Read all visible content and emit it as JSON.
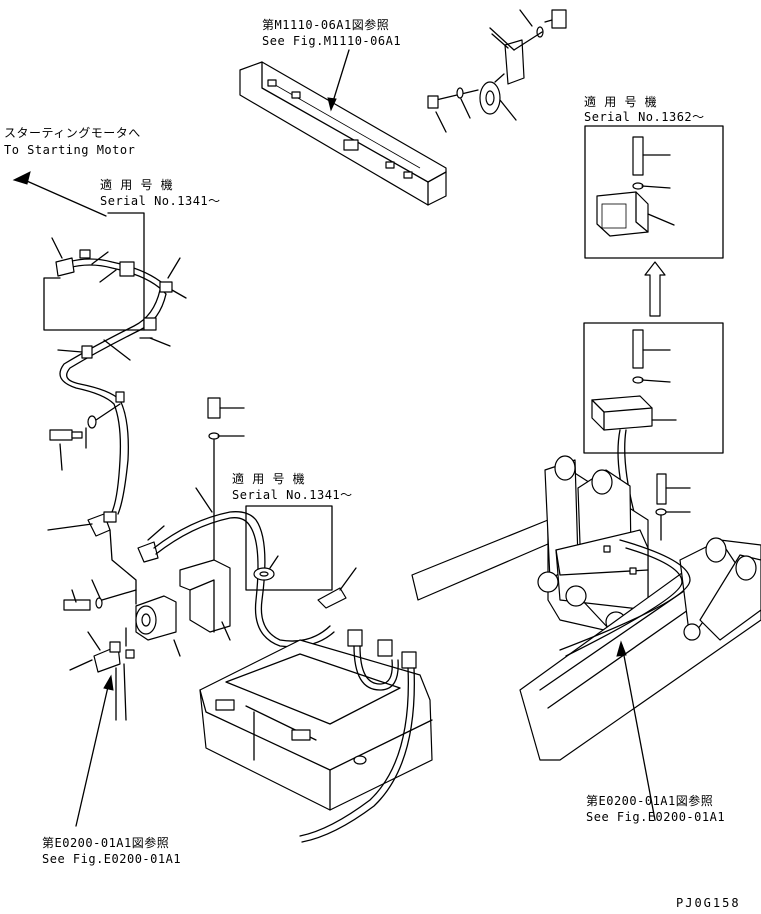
{
  "labels": {
    "frame_ref_jp": "第M1110-06A1図参照",
    "frame_ref_en": "See Fig.M1110-06A1",
    "serial_a_jp": "適 用 号 機",
    "serial_a_en": "Serial No.1362〜",
    "starter_jp": "スターティングモータへ",
    "starter_en": "To Starting Motor",
    "serial_b_jp": "適 用 号 機",
    "serial_b_en": "Serial No.1341〜",
    "serial_c_jp": "適 用 号 機",
    "serial_c_en": "Serial No.1341〜",
    "harness_ref_jp": "第E0200-01A1図参照",
    "harness_ref_en": "See Fig.E0200-01A1",
    "chassis_ref_jp": "第E0200-01A1図参照",
    "chassis_ref_en": "See Fig.E0200-01A1",
    "drawing_code": "PJ0G158"
  },
  "colors": {
    "ink": "#000000",
    "paper": "#ffffff"
  }
}
